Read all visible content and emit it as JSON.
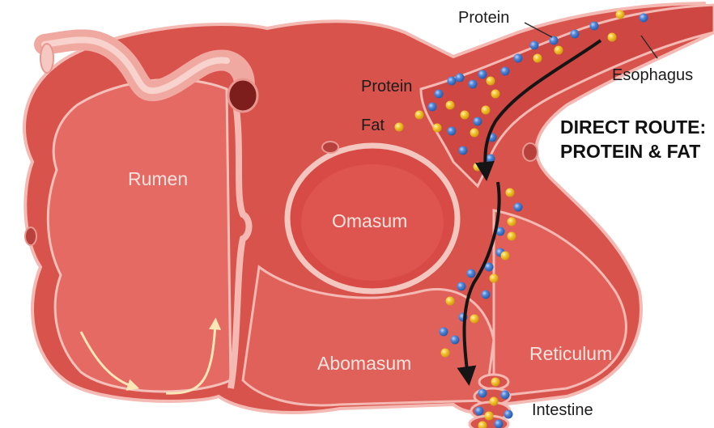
{
  "diagram": {
    "organs": {
      "rumen": "Rumen",
      "omasum": "Omasum",
      "abomasum": "Abomasum",
      "reticulum": "Reticulum",
      "intestine": "Intestine",
      "esophagus": "Esophagus"
    },
    "particle_labels": {
      "protein_top": "Protein",
      "protein_left": "Protein",
      "fat": "Fat"
    },
    "title": {
      "line1": "DIRECT ROUTE:",
      "line2": "PROTEIN & FAT"
    },
    "colors": {
      "organ_outer": "#d9534d",
      "organ_inner": "#e56a63",
      "organ_dark": "#c5433d",
      "outline": "#f3b9b2",
      "protein": "#4a7fd0",
      "fat": "#f2c22e",
      "flow_arrow": "#151515",
      "mixing_arrow": "#fbe6b8"
    },
    "legend_icons": [
      "protein-particle-icon",
      "fat-particle-icon"
    ]
  }
}
